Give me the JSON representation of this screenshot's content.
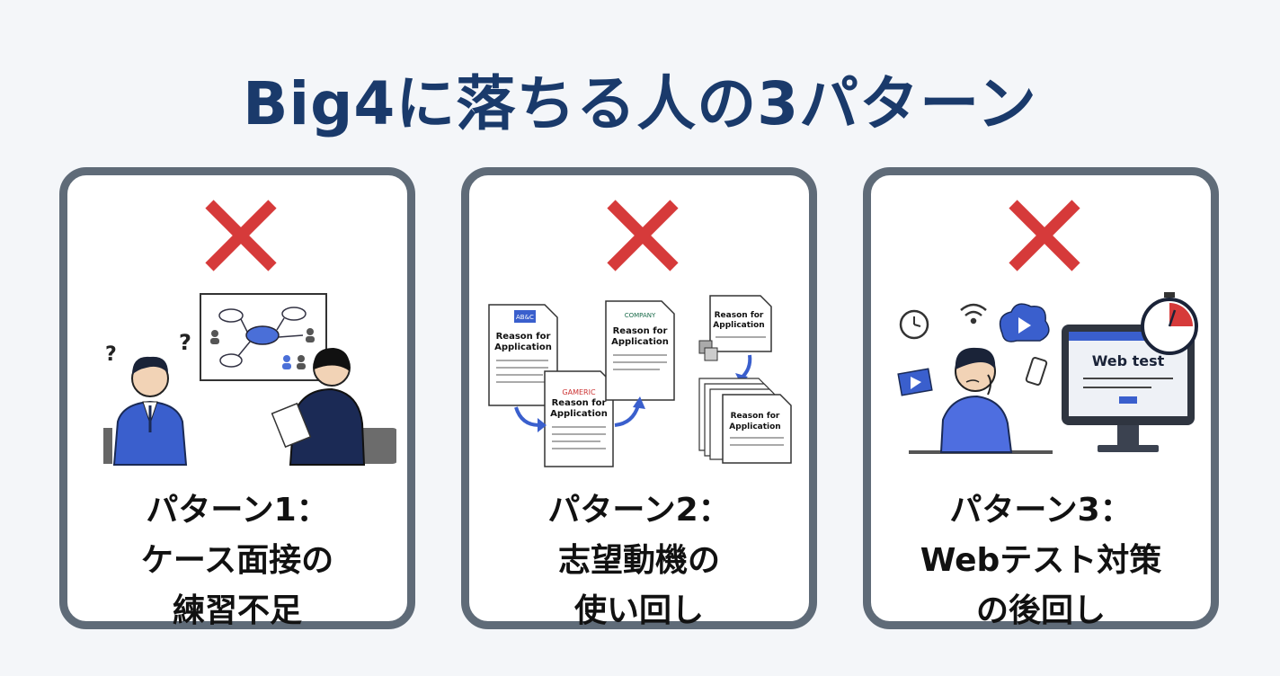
{
  "title": "Big4に落ちる人の3パターン",
  "cards": [
    {
      "lines": [
        "パターン1：",
        "ケース面接の",
        "練習不足"
      ],
      "illustration": {
        "icons": [
          "question-mark-icon",
          "mind-map-board-icon",
          "interviewer-icon",
          "candidate-icon"
        ],
        "marks": [
          "?",
          "?"
        ]
      }
    },
    {
      "lines": [
        "パターン2：",
        "志望動機の",
        "使い回し"
      ],
      "illustration": {
        "doc_label": "Reason for Application",
        "logos": [
          "AB&C",
          "GAMERIC",
          "COMPANY"
        ]
      }
    },
    {
      "lines": [
        "パターン3：",
        "Webテスト対策",
        "の後回し"
      ],
      "illustration": {
        "screen_text": "Web test",
        "icons": [
          "clock-icon",
          "wifi-icon",
          "video-bubble-icon",
          "smartphone-icon",
          "film-icon",
          "stopwatch-icon",
          "monitor-icon"
        ]
      }
    }
  ],
  "colors": {
    "title": "#1a3a6b",
    "cross": "#d63a3a",
    "border": "#5f6b78",
    "accent": "#3a5fcd"
  }
}
